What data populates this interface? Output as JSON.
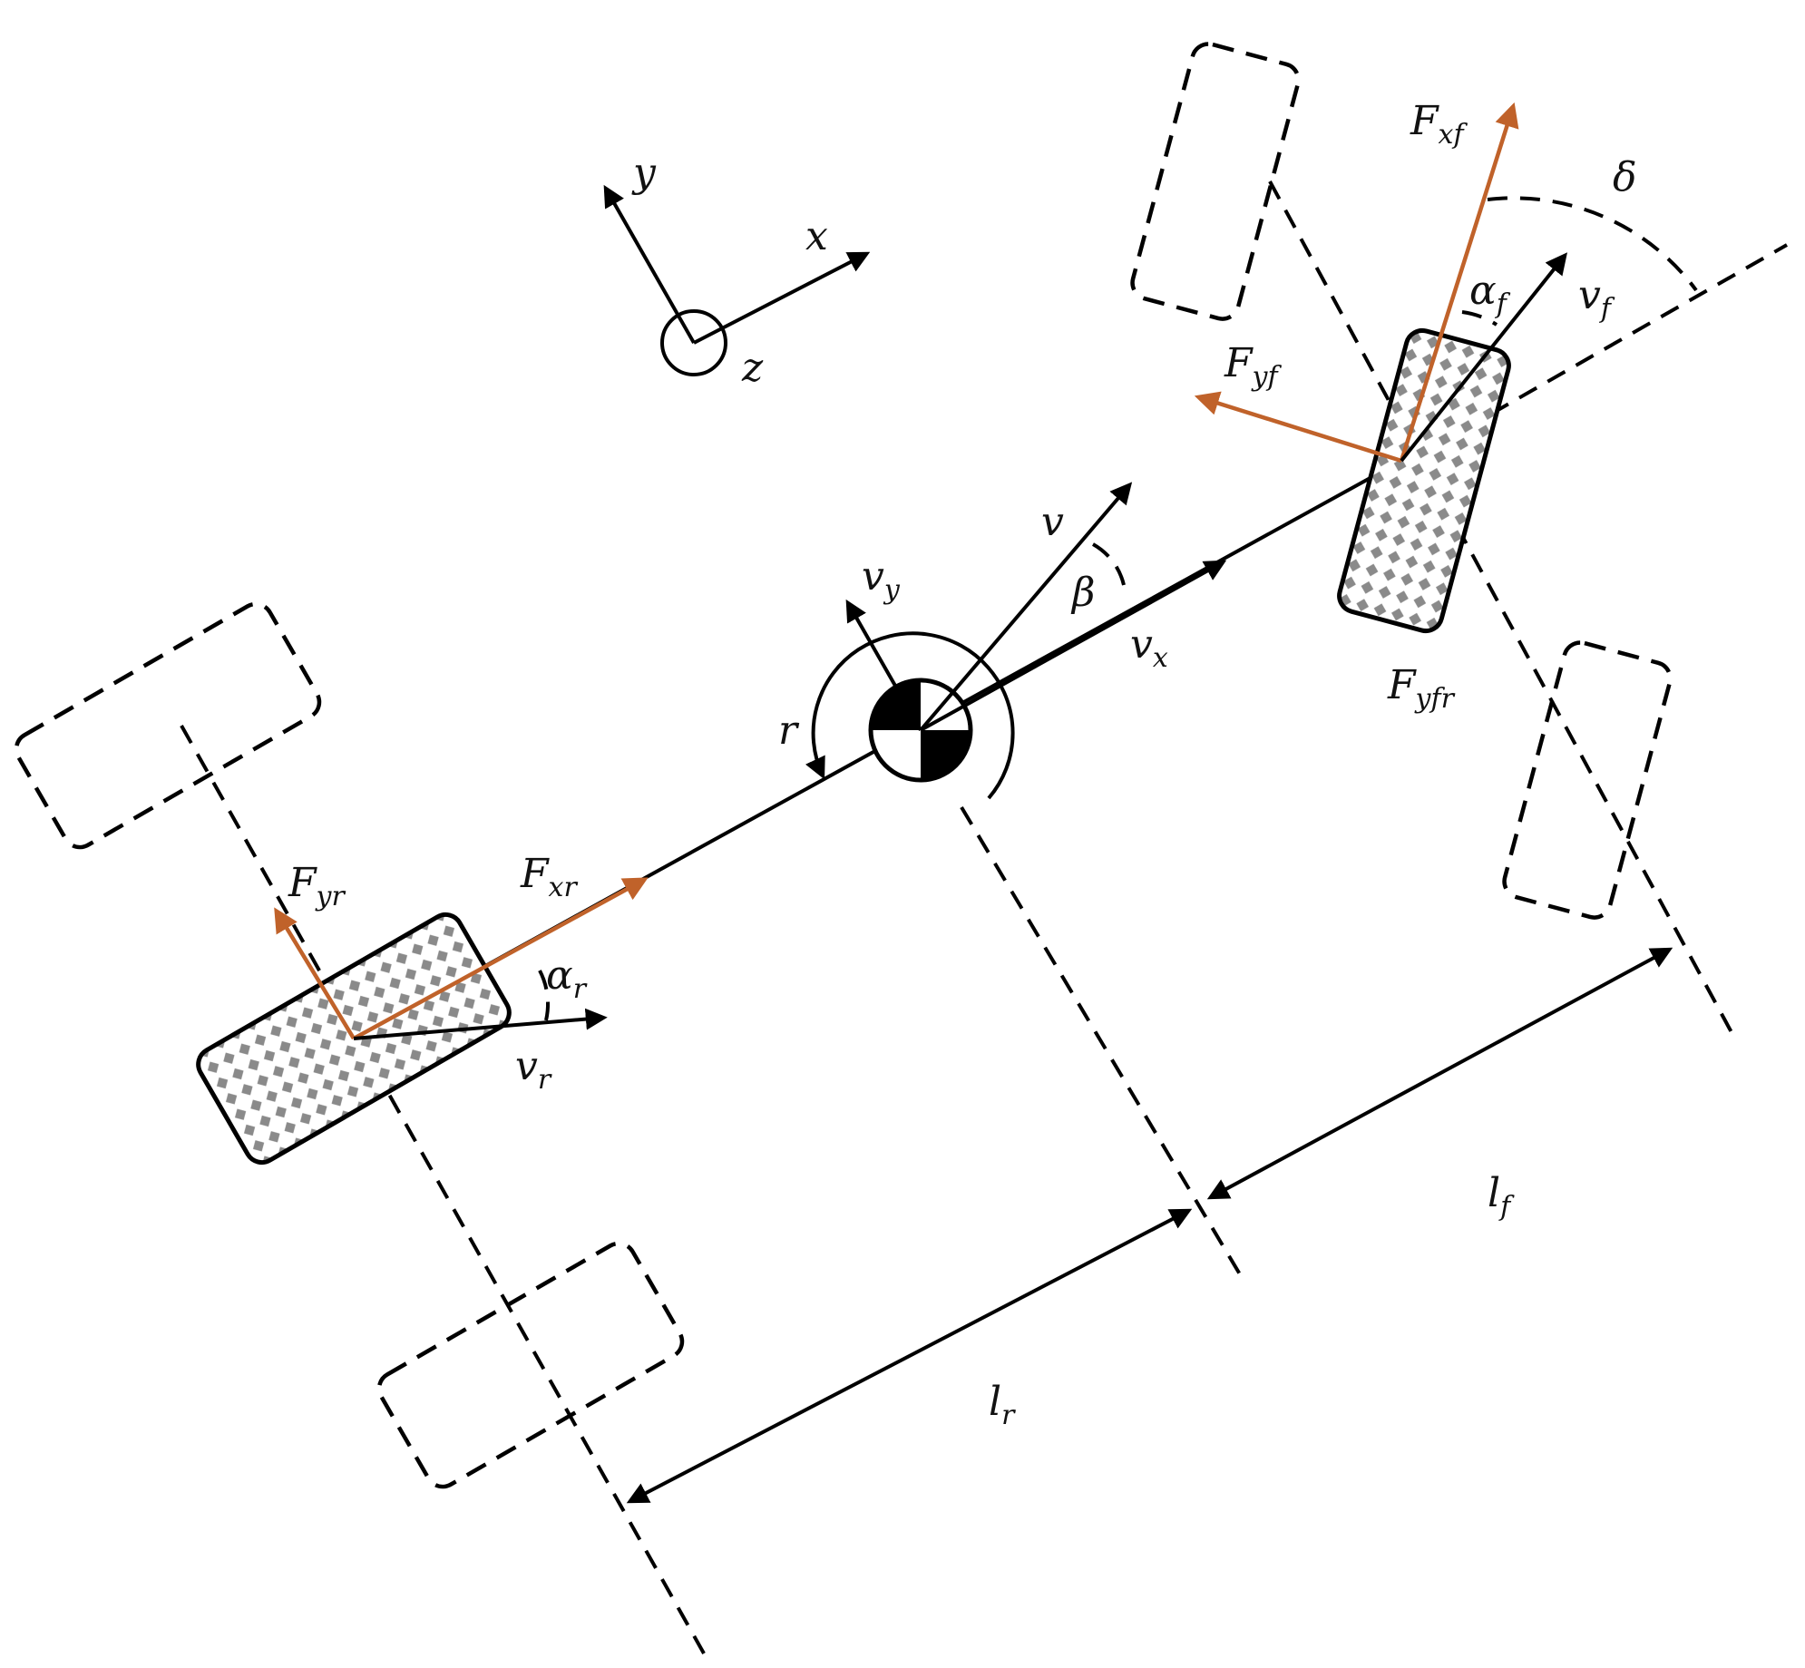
{
  "colors": {
    "force": "#c0622a",
    "line": "#000000",
    "checker": "#8a8a8a"
  },
  "axes": {
    "x": "x",
    "y": "y",
    "z": "z"
  },
  "labels": {
    "F_xf": [
      "F",
      "xf"
    ],
    "F_yf": [
      "F",
      "yf"
    ],
    "F_xr": [
      "F",
      "xr"
    ],
    "F_yr": [
      "F",
      "yr"
    ],
    "F_yfr": [
      "F",
      "yfr"
    ],
    "delta": [
      "δ",
      ""
    ],
    "alpha_f": [
      "α",
      "f"
    ],
    "alpha_r": [
      "α",
      "r"
    ],
    "v_f": [
      "v",
      "f"
    ],
    "v_r": [
      "v",
      "r"
    ],
    "v": [
      "v",
      ""
    ],
    "v_x": [
      "v",
      "x"
    ],
    "v_y": [
      "v",
      "y"
    ],
    "beta": [
      "β",
      ""
    ],
    "r": [
      "r",
      ""
    ],
    "l_f": [
      "l",
      "f"
    ],
    "l_r": [
      "l",
      "r"
    ]
  }
}
